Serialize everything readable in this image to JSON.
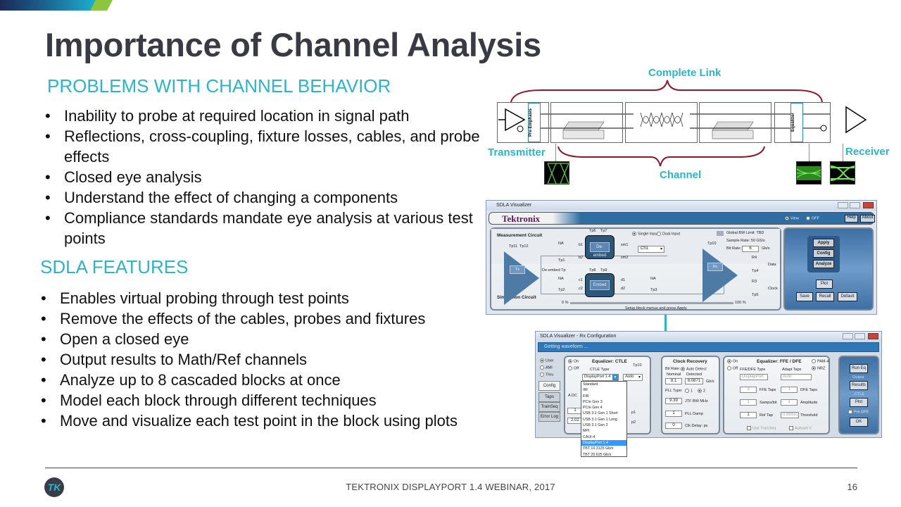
{
  "slide": {
    "title": "Importance of Channel Analysis",
    "accent_color": "#2cb5c6",
    "brand_lime": "#8cc63f"
  },
  "problems": {
    "heading": "PROBLEMS  WITH CHANNEL BEHAVIOR",
    "items": [
      "Inability to probe at required location in signal path",
      "Reflections, cross-coupling, fixture losses, cables, and probe effects",
      "Closed eye analysis",
      "Understand the effect of changing a components",
      "Compliance standards mandate eye analysis at various test points"
    ]
  },
  "features": {
    "heading": "SDLA FEATURES",
    "items": [
      "Enables virtual probing through test points",
      "Remove  the effects of the cables, probes and fixtures",
      "Open a closed eye",
      "Output results to Math/Ref channels",
      "Analyze up to 8 cascaded blocks at once",
      "Model each block through different techniques",
      "Move and visualize each test point in the block using plots"
    ]
  },
  "diagram": {
    "complete_link": "Complete Link",
    "transmitter": "Transmitter",
    "channel": "Channel",
    "receiver": "Receiver",
    "pre_emphasis": "Pre-Emphasis",
    "equalizer": "Equalizer"
  },
  "visualizer": {
    "window_title": "SDLA Visualizer",
    "brand": "Tektronix",
    "view_label": "View",
    "off_label": "OFF",
    "help": "Help",
    "about": "About",
    "measurement_circuit": "Measurement Circuit",
    "simulation_circuit": "Simulation Circuit",
    "single_input": "Single Input",
    "dual_input": "Dual Input",
    "channel_select": "Ch1",
    "tx": "Tx",
    "rx": "Rx",
    "de_embed": "De-embed",
    "embed": "Embed",
    "de_embed_tp": "De-embed Tp",
    "labels": {
      "tp11": "Tp11",
      "tp12": "Tp12",
      "tp6": "Tp6",
      "tp7": "Tp7",
      "tp8": "Tp8",
      "tp9": "Tp9",
      "tp1": "Tp1",
      "tp2": "Tp2",
      "tp3": "Tp3",
      "tp4": "Tp4",
      "tp5": "Tp5",
      "tp10": "Tp10",
      "na": "NA",
      "b1": "b1",
      "b2": "b2",
      "c1": "c1",
      "c2": "c2",
      "d1": "d1",
      "d2": "d2",
      "sm1": "sm1",
      "sm2": "sm2",
      "r4": "R4",
      "r3": "R3",
      "data": "Data",
      "clock": "Clock"
    },
    "global_bw": "Global BW Limit: TBD",
    "sample_rate": "Sample Rate: 50 GS/s",
    "bit_rate_label": "Bit Rate:",
    "bit_rate_value": "6",
    "bit_rate_unit": "Gb/s",
    "progress_start": "0 %",
    "progress_end": "100 %",
    "progress_percent": 0,
    "status": "Setup block menus and press Apply.",
    "buttons": {
      "apply": "Apply",
      "config": "Config",
      "analyze": "Analyze",
      "plot": "Plot",
      "save": "Save",
      "recall": "Recall",
      "default": "Default"
    }
  },
  "rx_config": {
    "window_title": "SDLA Visualizer - Rx Configuration",
    "status": "Getting waveform ...",
    "mode": {
      "user": "User",
      "ami": "AMI",
      "thru": "Thru"
    },
    "tabs": [
      "Config",
      "Taps",
      "TrainSeq",
      "Error Log"
    ],
    "ctle": {
      "title": "Equalizer:  CTLE",
      "on": "On",
      "off": "Off",
      "type_label": "CTLE Type",
      "type_value": "DisplayPort 1.4",
      "auto_value": "Auto",
      "tp10": "Tp10",
      "adc": "A DC",
      "field1": "1",
      "field2": "2.02",
      "p1": "p1",
      "p2": "p2",
      "options": [
        "Standard",
        "IIR",
        "FIR",
        "PCIe Gen 3",
        "PCIe Gen 4",
        "USB 3.1 Gen 1 Short",
        "USB 3.1 Gen 1 Long",
        "USB 3.1 Gen 2",
        "MPI",
        "CAUI-4",
        "DisplayPort 1.4",
        "TBT 10.3125 Gb/s",
        "TBT 20.625 Gb/s"
      ],
      "selected_option": "DisplayPort 1.4"
    },
    "clock_recovery": {
      "title": "Clock Recovery",
      "bit_rate": "Bit Rate:",
      "auto_detect": "Auto Detect",
      "nominal": "Nominal",
      "detected": "Detected",
      "nominal_value": "8.1",
      "detected_value": "8.0871",
      "unit": "Gb/s",
      "pll_type": "PLL Type:",
      "pll_1": "1",
      "pll_2": "2",
      "jtf_value": "9.39",
      "jtf_label": "JTF BW  MHz",
      "pll_damp_value": "1",
      "pll_damp_label": "PLL Damp",
      "clk_delay_value": "0",
      "clk_delay_label": "Clk Delay: ps"
    },
    "ffe_dfe": {
      "title": "Equalizer:  FFE / DFE",
      "on": "On",
      "off": "Off",
      "pam4": "PAM-4",
      "nrz": "NRZ",
      "type_label": "FFE/DFE Type",
      "type_value": "DisplayPort",
      "adapt_label": "Adapt Taps",
      "adapt_value": "Auto",
      "ffe_taps_value": "3",
      "ffe_taps_label": "FFE Taps",
      "dfe_taps_value": "1",
      "dfe_taps_label": "DFE Taps",
      "samps_value": "1",
      "samps_label": "Samps/bit",
      "amp_value": "1",
      "amp_label": "Amplitude",
      "ref_tap_value": "1",
      "ref_tap_label": "Ref Tap",
      "threshold_value": "-0.000031",
      "threshold_label": "Threshold",
      "use_train": "Use TrainSeq",
      "autoset": "Autoset V"
    },
    "side": {
      "run_eq": "Run Eq",
      "output": "Output",
      "results": "Results",
      "ctle": "CTLE",
      "plot": "Plot",
      "pre_dfe": "Pre-DFE",
      "ok": "OK"
    }
  },
  "footer": {
    "text": "TEKTRONIX  DISPLAYPORT  1.4 WEBINAR, 2017",
    "page": "16",
    "logo": "TK"
  }
}
